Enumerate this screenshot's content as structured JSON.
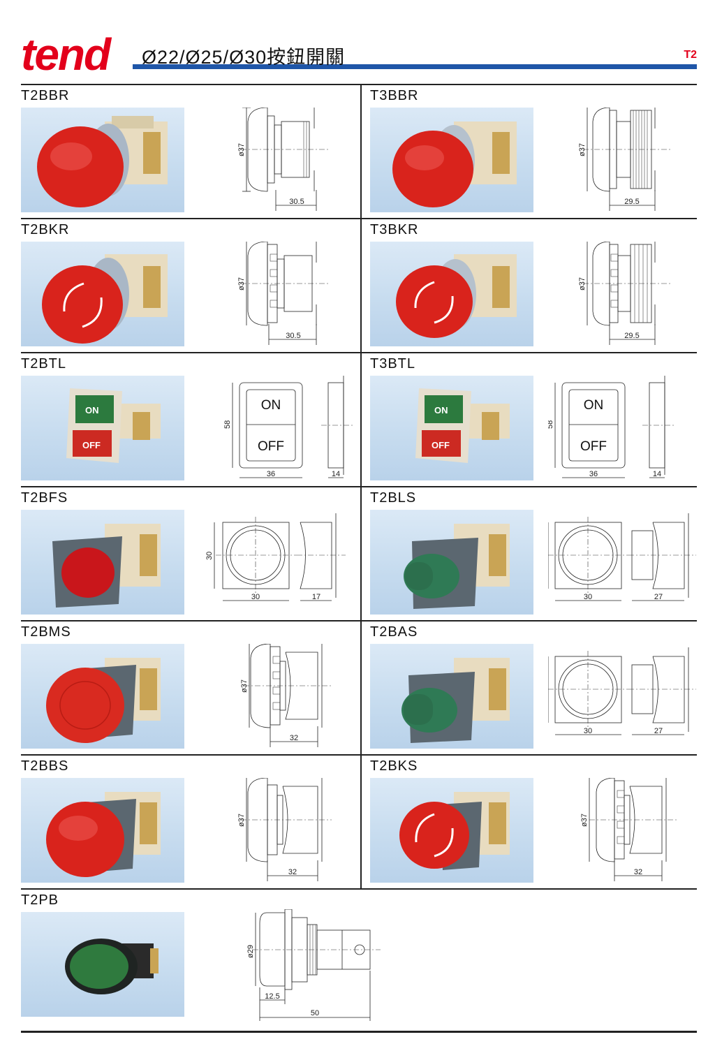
{
  "header": {
    "logo": "tend",
    "title": "Ø22/Ø25/Ø30按鈕開關",
    "page_tag": "T2"
  },
  "colors": {
    "brand_red": "#e3001b",
    "accent_blue": "#1f56a8"
  },
  "products": [
    {
      "code": "T2BBR",
      "dims": {
        "dia": "ø37",
        "len": "30.5"
      }
    },
    {
      "code": "T3BBR",
      "dims": {
        "dia": "ø37",
        "len": "29.5"
      }
    },
    {
      "code": "T2BKR",
      "dims": {
        "dia": "ø37",
        "len": "30.5"
      }
    },
    {
      "code": "T3BKR",
      "dims": {
        "dia": "ø37",
        "len": "29.5"
      }
    },
    {
      "code": "T2BTL",
      "dims": {
        "h": "58",
        "w": "36",
        "d": "14"
      },
      "labels": {
        "on": "ON",
        "off": "OFF"
      }
    },
    {
      "code": "T3BTL",
      "dims": {
        "h": "58",
        "w": "36",
        "d": "14"
      },
      "labels": {
        "on": "ON",
        "off": "OFF"
      }
    },
    {
      "code": "T2BFS",
      "dims": {
        "h": "30",
        "w": "30",
        "d": "17"
      }
    },
    {
      "code": "T2BLS",
      "dims": {
        "h": "30",
        "w": "30",
        "d": "27"
      }
    },
    {
      "code": "T2BMS",
      "dims": {
        "dia": "ø37",
        "len": "32"
      }
    },
    {
      "code": "T2BAS",
      "dims": {
        "h": "30",
        "w": "30",
        "d": "27"
      }
    },
    {
      "code": "T2BBS",
      "dims": {
        "dia": "ø37",
        "len": "32"
      }
    },
    {
      "code": "T2BKS",
      "dims": {
        "dia": "ø37",
        "len": "32"
      }
    },
    {
      "code": "T2PB",
      "dims": {
        "dia": "ø29",
        "a": "12.5",
        "len": "50"
      }
    }
  ]
}
